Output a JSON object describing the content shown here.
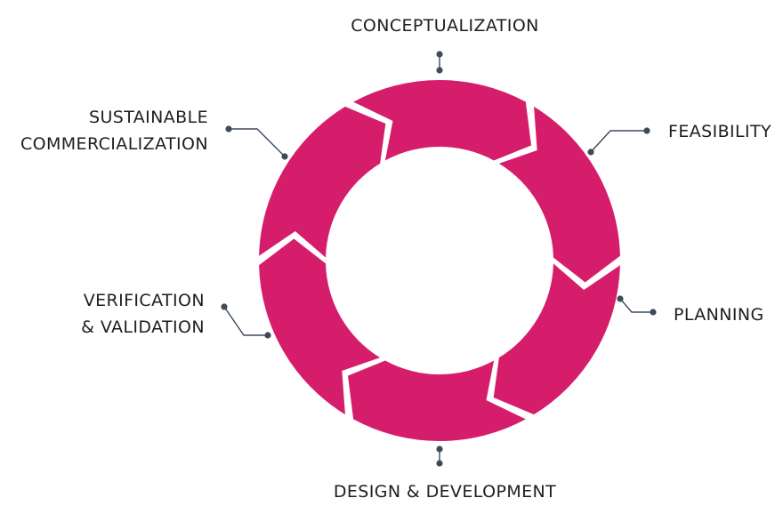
{
  "diagram": {
    "fill_color": "#d61d6b",
    "connector_color": "#3f4a5a",
    "stages": [
      {
        "id": "conceptualization",
        "lines": [
          "CONCEPTUALIZATION"
        ]
      },
      {
        "id": "feasibility",
        "lines": [
          "FEASIBILITY"
        ]
      },
      {
        "id": "planning",
        "lines": [
          "PLANNING"
        ]
      },
      {
        "id": "design",
        "lines": [
          "DESIGN & DEVELOPMENT"
        ]
      },
      {
        "id": "verification",
        "lines": [
          "VERIFICATION",
          "& VALIDATION"
        ]
      },
      {
        "id": "commercialization",
        "lines": [
          "SUSTAINABLE",
          "COMMERCIALIZATION"
        ]
      }
    ]
  }
}
